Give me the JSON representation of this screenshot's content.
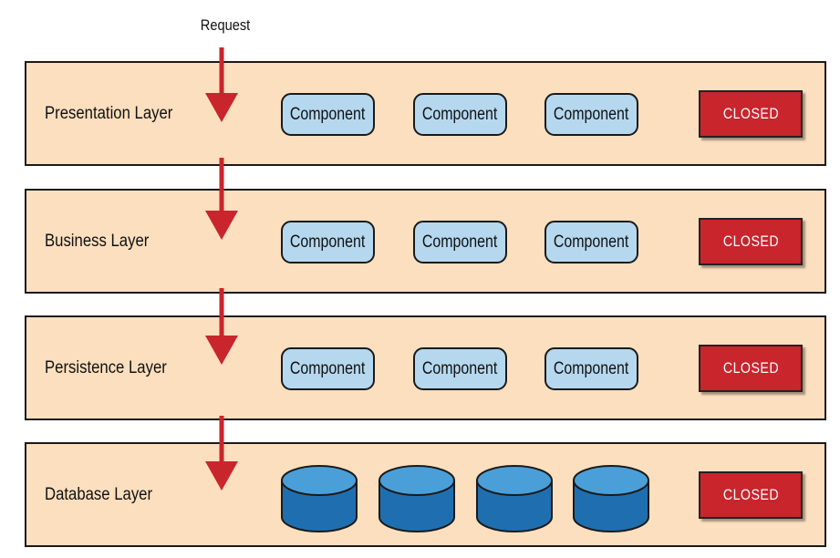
{
  "request_label": "Request",
  "layers": [
    {
      "name": "Presentation Layer",
      "components": [
        "Component",
        "Component",
        "Component"
      ],
      "status": "CLOSED"
    },
    {
      "name": "Business Layer",
      "components": [
        "Component",
        "Component",
        "Component"
      ],
      "status": "CLOSED"
    },
    {
      "name": "Persistence Layer",
      "components": [
        "Component",
        "Component",
        "Component"
      ],
      "status": "CLOSED"
    },
    {
      "name": "Database Layer",
      "databases": 4,
      "status": "CLOSED"
    }
  ],
  "colors": {
    "layer_fill": "#fcdfbe",
    "component_fill": "#b5d8ef",
    "closed_fill": "#c8252c",
    "arrow": "#c8252c",
    "database": "#2f86c4"
  }
}
